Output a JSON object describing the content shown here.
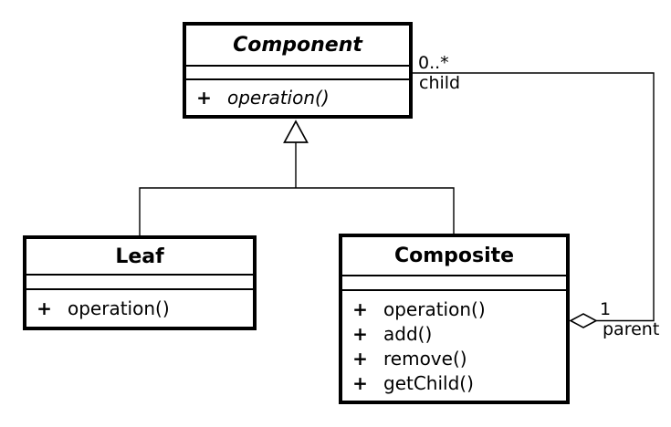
{
  "colors": {
    "ink": "#000000",
    "paper": "#ffffff"
  },
  "classes": {
    "component": {
      "name": "Component",
      "abstract": true,
      "attributes": [],
      "methods": [
        {
          "visibility": "+",
          "signature": "operation()",
          "abstract": true
        }
      ]
    },
    "leaf": {
      "name": "Leaf",
      "abstract": false,
      "attributes": [],
      "methods": [
        {
          "visibility": "+",
          "signature": "operation()",
          "abstract": false
        }
      ]
    },
    "composite": {
      "name": "Composite",
      "abstract": false,
      "attributes": [],
      "methods": [
        {
          "visibility": "+",
          "signature": "operation()",
          "abstract": false
        },
        {
          "visibility": "+",
          "signature": "add()",
          "abstract": false
        },
        {
          "visibility": "+",
          "signature": "remove()",
          "abstract": false
        },
        {
          "visibility": "+",
          "signature": "getChild()",
          "abstract": false
        }
      ]
    }
  },
  "relationships": {
    "generalization": {
      "type": "inheritance",
      "parent": "Component",
      "children": [
        "Leaf",
        "Composite"
      ]
    },
    "aggregation": {
      "type": "aggregation",
      "whole": "Composite",
      "part": "Component",
      "child_multiplicity": "0..*",
      "child_role": "child",
      "parent_multiplicity": "1",
      "parent_role": "parent"
    }
  }
}
